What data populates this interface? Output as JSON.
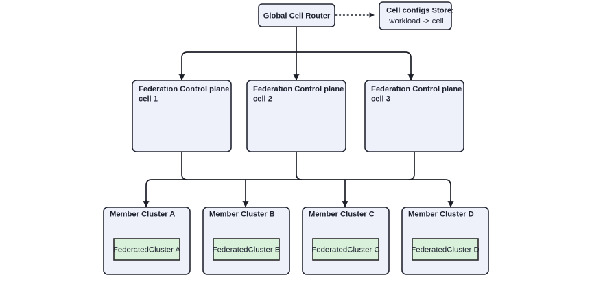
{
  "diagram": {
    "title": "Federation cell architecture flowchart",
    "background_color": "#ffffff",
    "node_fill": "#eef1fa",
    "node_stroke": "#232733",
    "leaf_fill": "#d9f0da",
    "leaf_stroke": "#2b2b2b",
    "edge_color": "#1d1f28"
  },
  "router": {
    "label": "Global Cell Router"
  },
  "store": {
    "title": "Cell configs Store:",
    "detail": "workload -> cell"
  },
  "control_planes": [
    {
      "line1": "Federation Control plane",
      "line2": "cell 1"
    },
    {
      "line1": "Federation Control plane",
      "line2": "cell 2"
    },
    {
      "line1": "Federation Control plane",
      "line2": "cell 3"
    }
  ],
  "member_clusters": [
    {
      "title": "Member Cluster A",
      "leaf": "FederatedCluster A"
    },
    {
      "title": "Member Cluster B",
      "leaf": "FederatedCluster B"
    },
    {
      "title": "Member Cluster C",
      "leaf": "FederatedCluster C"
    },
    {
      "title": "Member Cluster D",
      "leaf": "FederatedCluster D"
    }
  ]
}
